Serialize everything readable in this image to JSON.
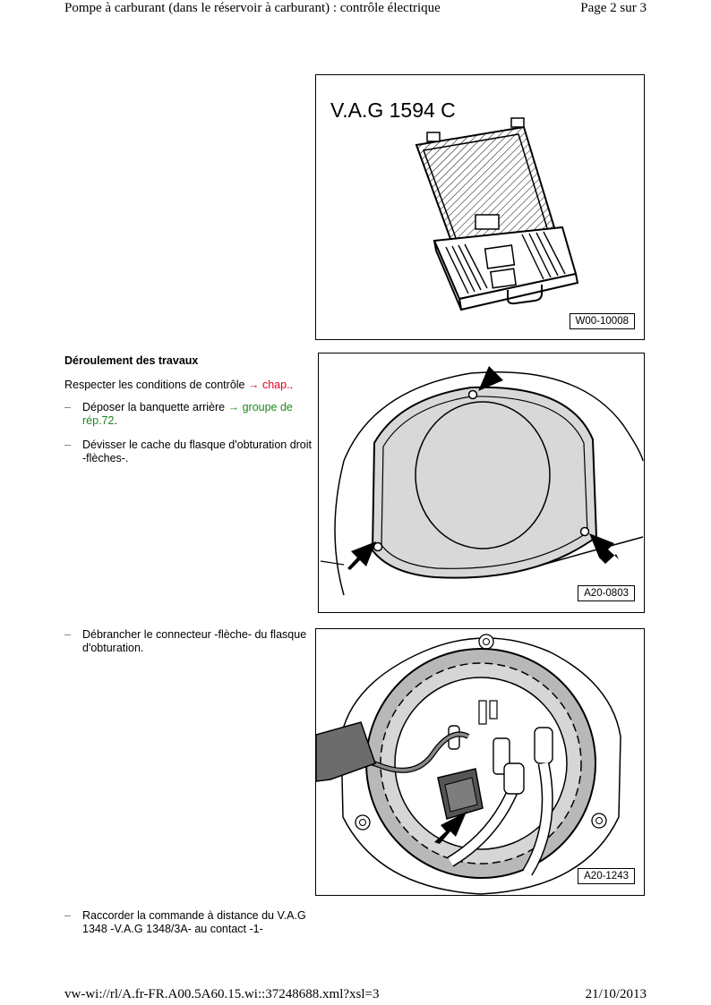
{
  "header": {
    "title": "Pompe à carburant (dans le réservoir à carburant) : contrôle électrique",
    "page": "Page 2 sur 3"
  },
  "figures": [
    {
      "heading": "V.A.G 1594 C",
      "code": "W00-10008"
    },
    {
      "code": "A20-0803"
    },
    {
      "code": "A20-1243"
    }
  ],
  "section": {
    "title": "Déroulement des travaux",
    "intro_text": "Respecter les conditions de contrôle ",
    "intro_link": "→ chap.",
    "intro_suffix": ".",
    "steps": [
      {
        "text": "Déposer la banquette arrière ",
        "link": "→ groupe de rép.72",
        "suffix": "."
      },
      {
        "text": "Dévisser le cache du flasque d'obturation droit -flèches-."
      },
      {
        "text": "Débrancher le connecteur -flèche- du flasque d'obturation."
      },
      {
        "text": "Raccorder la commande à distance du V.A.G 1348 -V.A.G 1348/3A- au contact -1-"
      }
    ]
  },
  "footer": {
    "url": "vw-wi://rl/A.fr-FR.A00.5A60.15.wi::37248688.xml?xsl=3",
    "date": "21/10/2013"
  },
  "colors": {
    "link_red": "#e8001c",
    "link_green": "#1a8a1a"
  }
}
